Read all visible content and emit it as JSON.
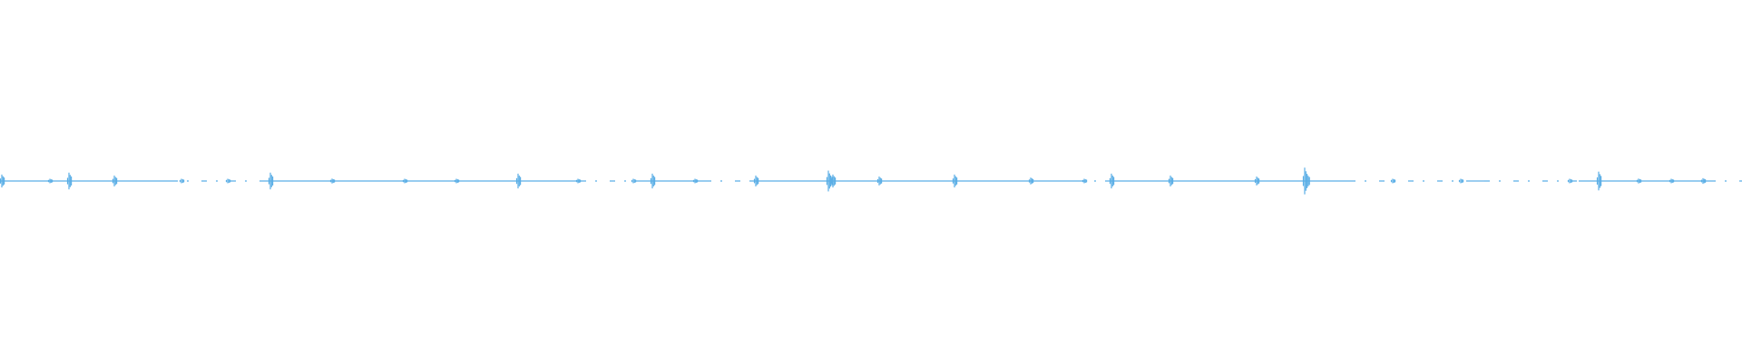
{
  "waveform": {
    "color": "#5aaee6",
    "background": "#ffffff",
    "duration_units": 1920,
    "transients": [
      {
        "t": 2,
        "amp": 0.03
      },
      {
        "t": 55,
        "amp": 0.005
      },
      {
        "t": 76,
        "amp": 0.04
      },
      {
        "t": 126,
        "amp": 0.025
      },
      {
        "t": 200,
        "amp": 0.005
      },
      {
        "t": 251,
        "amp": 0.005
      },
      {
        "t": 298,
        "amp": 0.04
      },
      {
        "t": 366,
        "amp": 0.01
      },
      {
        "t": 446,
        "amp": 0.006
      },
      {
        "t": 503,
        "amp": 0.005
      },
      {
        "t": 571,
        "amp": 0.035
      },
      {
        "t": 637,
        "amp": 0.005
      },
      {
        "t": 698,
        "amp": 0.005
      },
      {
        "t": 719,
        "amp": 0.035
      },
      {
        "t": 766,
        "amp": 0.005
      },
      {
        "t": 833,
        "amp": 0.025
      },
      {
        "t": 913,
        "amp": 0.05
      },
      {
        "t": 918,
        "amp": 0.03
      },
      {
        "t": 969,
        "amp": 0.02
      },
      {
        "t": 1052,
        "amp": 0.03
      },
      {
        "t": 1136,
        "amp": 0.015
      },
      {
        "t": 1195,
        "amp": 0.005
      },
      {
        "t": 1225,
        "amp": 0.035
      },
      {
        "t": 1290,
        "amp": 0.025
      },
      {
        "t": 1385,
        "amp": 0.02
      },
      {
        "t": 1438,
        "amp": 0.065
      },
      {
        "t": 1535,
        "amp": 0.005
      },
      {
        "t": 1610,
        "amp": 0.008
      },
      {
        "t": 1730,
        "amp": 0.008
      },
      {
        "t": 1762,
        "amp": 0.045
      },
      {
        "t": 1806,
        "amp": 0.01
      },
      {
        "t": 1842,
        "amp": 0.005
      },
      {
        "t": 1877,
        "amp": 0.012
      }
    ],
    "gaps": [
      {
        "start": 190,
        "end": 292
      },
      {
        "start": 640,
        "end": 700
      },
      {
        "start": 778,
        "end": 826
      },
      {
        "start": 1190,
        "end": 1218
      },
      {
        "start": 1488,
        "end": 1620
      },
      {
        "start": 1636,
        "end": 1740
      },
      {
        "start": 1885,
        "end": 1920
      }
    ]
  }
}
